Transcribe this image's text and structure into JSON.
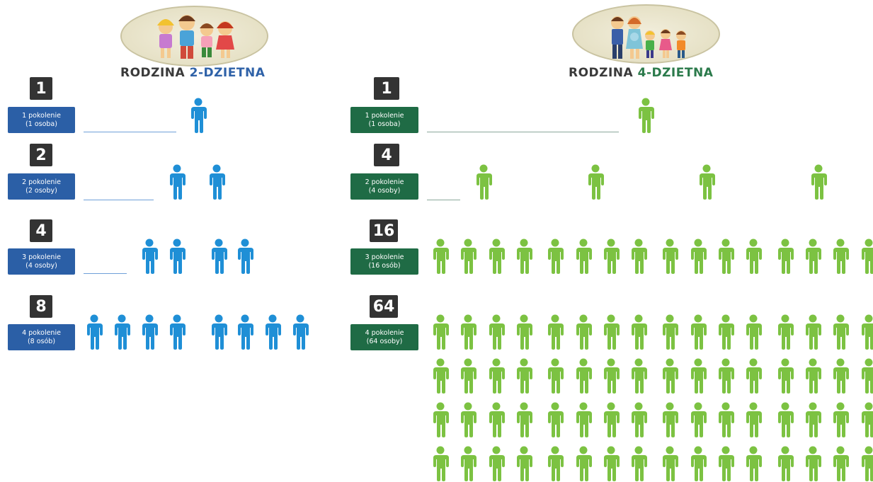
{
  "families": [
    {
      "id": "two-child",
      "title_prefix": "RODZINA ",
      "title_count": "2-DZIETNA",
      "figure_color": "#1f8fd6",
      "label_color": "#2b5fa6",
      "rows": [
        {
          "count": "1",
          "label_line1": "1 pokolenie",
          "label_line2": "(1 osoba)",
          "people": 1
        },
        {
          "count": "2",
          "label_line1": "2 pokolenie",
          "label_line2": "(2 osoby)",
          "people": 2
        },
        {
          "count": "4",
          "label_line1": "3 pokolenie",
          "label_line2": "(4 osoby)",
          "people": 4
        },
        {
          "count": "8",
          "label_line1": "4 pokolenie",
          "label_line2": "(8 osób)",
          "people": 8
        }
      ]
    },
    {
      "id": "four-child",
      "title_prefix": "RODZINA ",
      "title_count": "4-DZIETNA",
      "figure_color": "#7cc242",
      "label_color": "#1f6b45",
      "rows": [
        {
          "count": "1",
          "label_line1": "1 pokolenie",
          "label_line2": "(1 osoba)",
          "people": 1
        },
        {
          "count": "4",
          "label_line1": "2 pokolenie",
          "label_line2": "(4 osoby)",
          "people": 4
        },
        {
          "count": "16",
          "label_line1": "3 pokolenie",
          "label_line2": "(16 osób)",
          "people": 16
        },
        {
          "count": "64",
          "label_line1": "4 pokolenie",
          "label_line2": "(64 osoby)",
          "people": 64
        }
      ]
    }
  ]
}
